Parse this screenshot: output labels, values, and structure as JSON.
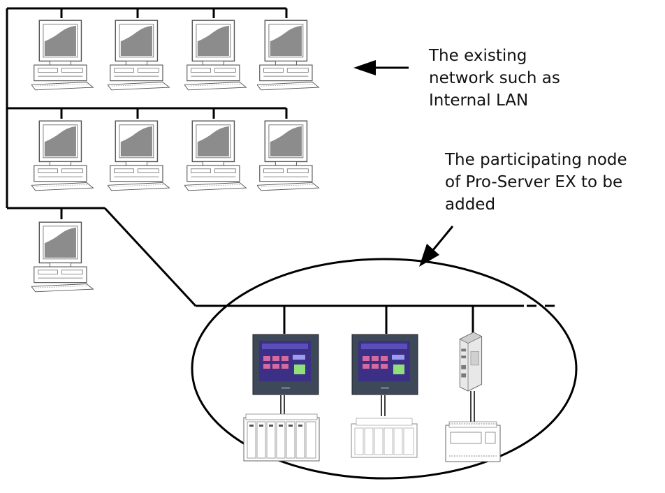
{
  "annotations": {
    "existing_network": {
      "lines": [
        "The existing",
        "network such as",
        "Internal LAN"
      ]
    },
    "participating_node": {
      "lines": [
        "The participating node",
        "of Pro-Server EX to be",
        "added"
      ]
    }
  },
  "network": {
    "existing_pc_count": 9,
    "added_display_units": 2,
    "added_server_units": 1,
    "added_plc_units": 3
  },
  "colors": {
    "line": "#000000",
    "pc_screen": "#8c8c8c",
    "hmi_bezel": "#3d4858",
    "hmi_screen": "#3c2f86",
    "hmi_key": "#d46aa0",
    "hmi_key_alt": "#9a9df0",
    "hmi_key_green": "#8fe07a"
  }
}
